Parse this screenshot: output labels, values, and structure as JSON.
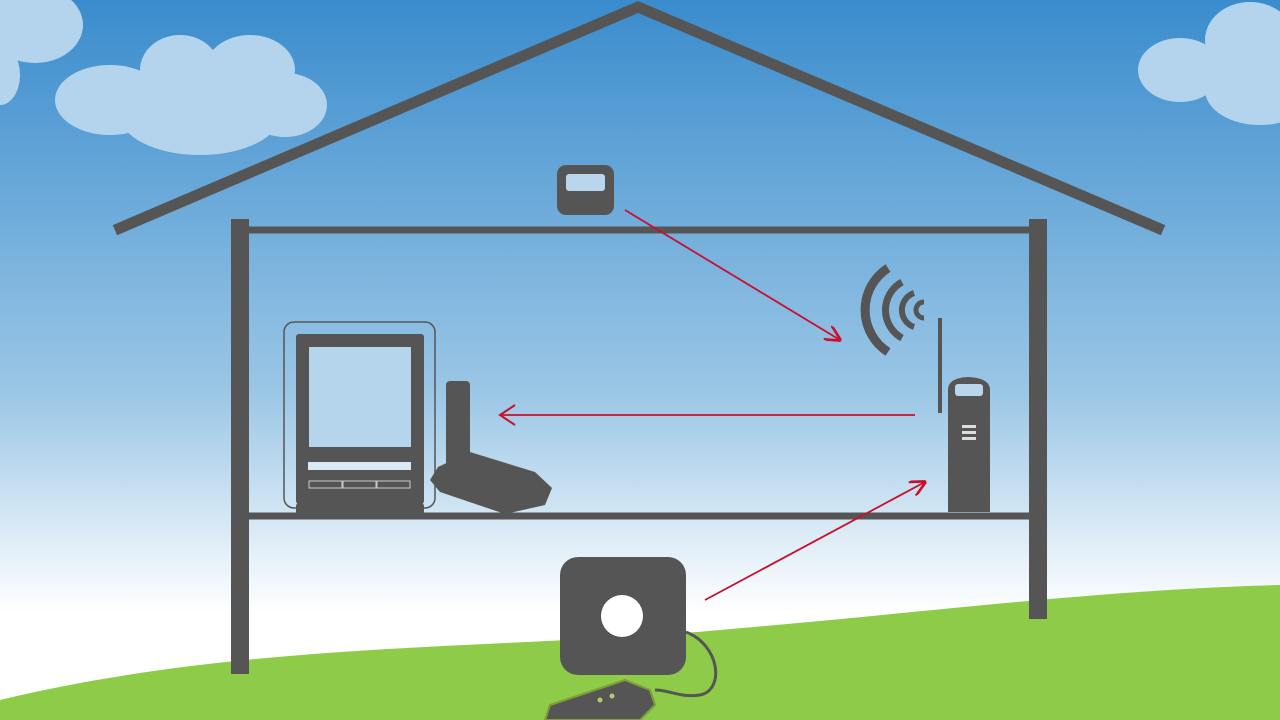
{
  "colors": {
    "sky_top": "#3a8ccd",
    "sky_bottom": "#ffffff",
    "grass": "#8dcb48",
    "structure": "#555555",
    "arrow": "#c8102e",
    "cloud": "#b3d4ec"
  },
  "elements": [
    "house-outline",
    "indoor-sensor",
    "display-console",
    "internet-bridge-router",
    "wireless-bridge-antenna",
    "wifi-signal",
    "outdoor-weather-sensor",
    "outdoor-sensor-pod"
  ],
  "arrows": [
    {
      "from": "indoor-sensor",
      "to": "wireless-bridge-antenna"
    },
    {
      "from": "wireless-bridge-antenna",
      "to": "display-console"
    },
    {
      "from": "outdoor-weather-sensor",
      "to": "wireless-bridge-antenna"
    }
  ]
}
